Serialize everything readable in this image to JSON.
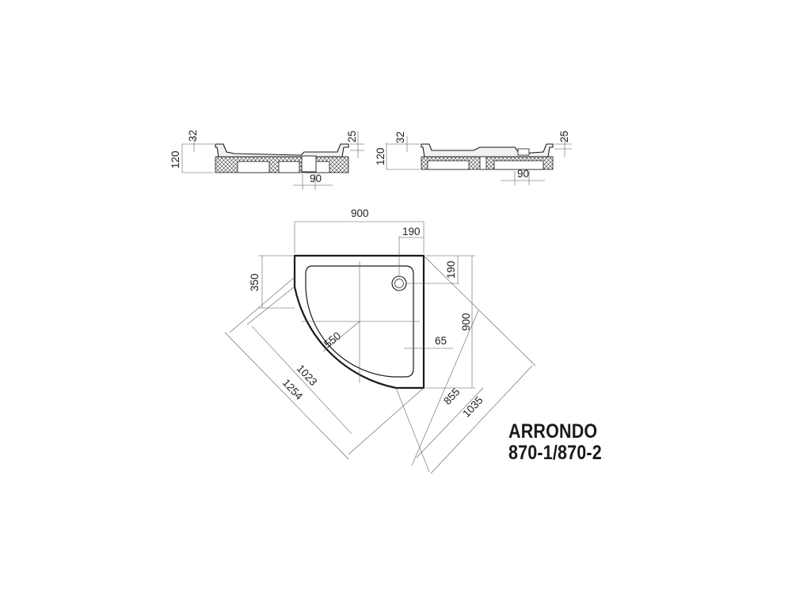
{
  "title": {
    "line1": "ARRONDO",
    "line2": "870-1/870-2"
  },
  "section_left": {
    "dims": [
      "32",
      "120",
      "25",
      "90"
    ]
  },
  "section_right": {
    "dims": [
      "32",
      "120",
      "25",
      "90"
    ]
  },
  "plan": {
    "dims": {
      "width": "900",
      "drain_x": "190",
      "drain_y": "190",
      "height": "900",
      "left_straight": "350",
      "radius": "550",
      "offset": "65",
      "inner_diag_a": "1023",
      "outer_diag_a": "1254",
      "inner_diag_b": "855",
      "outer_diag_b": "1035"
    }
  }
}
